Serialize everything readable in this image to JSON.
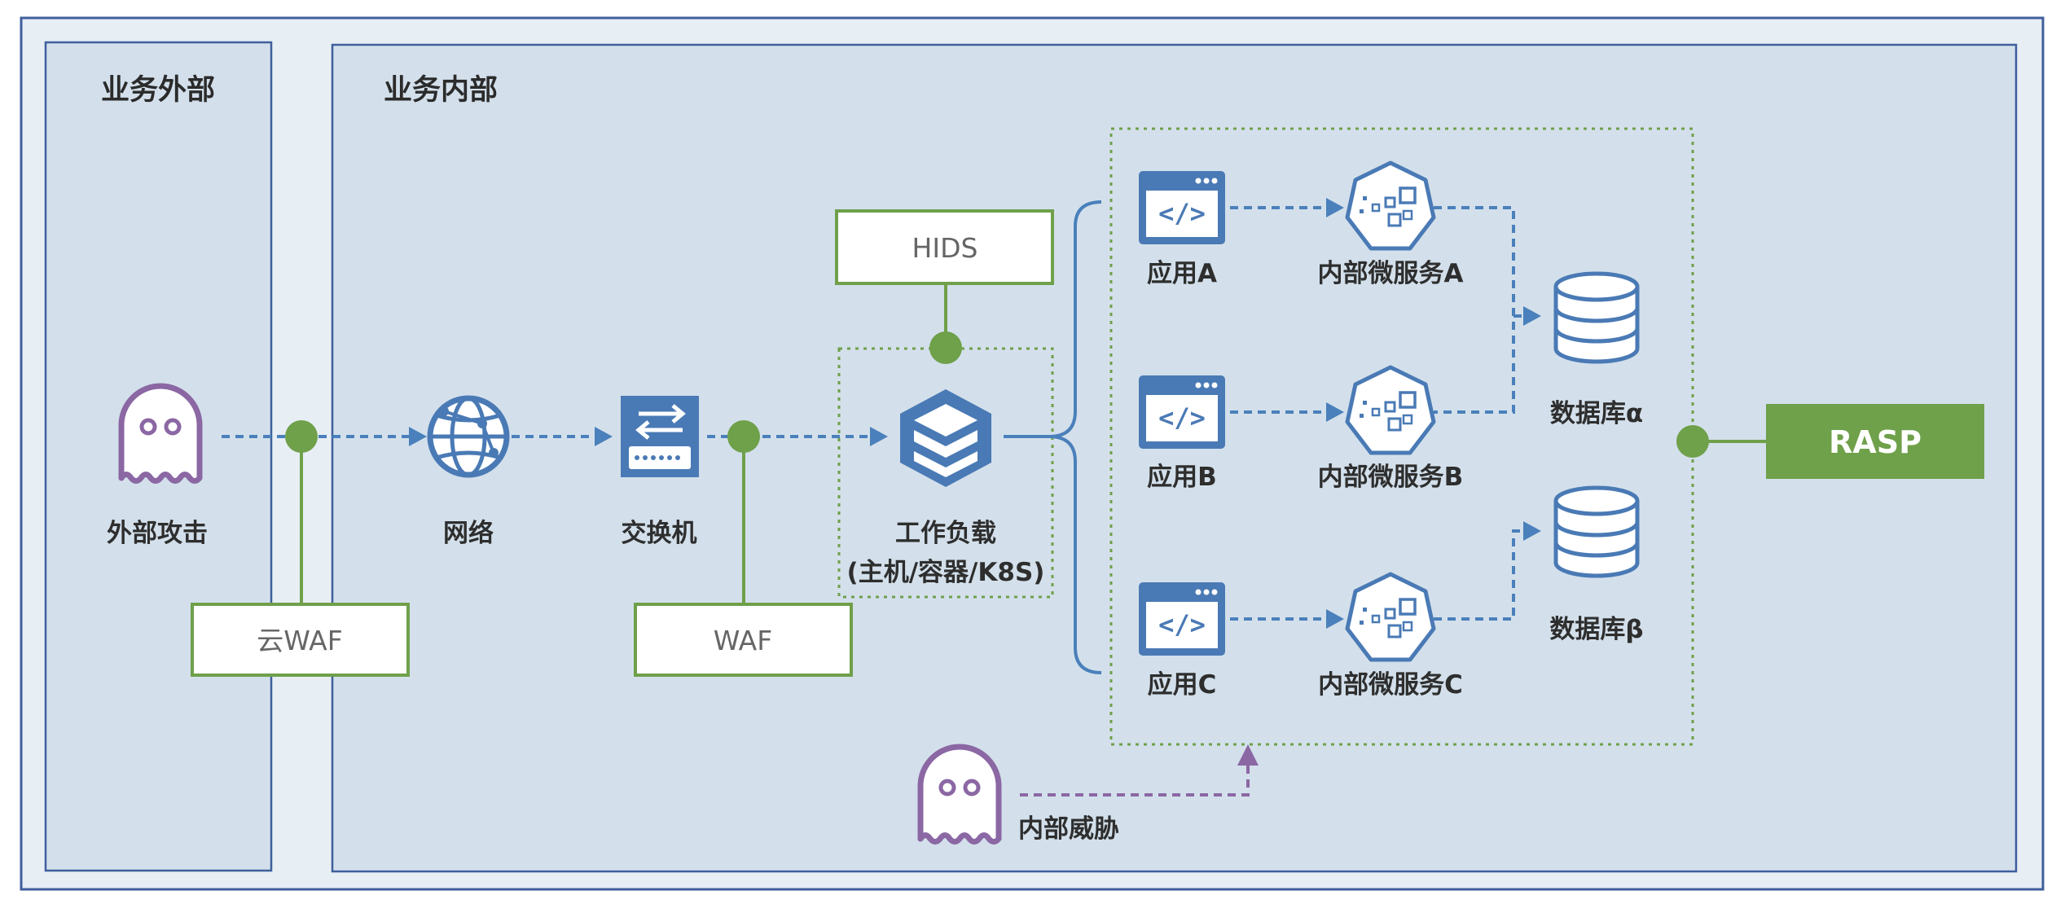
{
  "colors": {
    "outer_bg": "#e7eef4",
    "zone_bg": "#d3e0eb",
    "border": "#3f5f9c",
    "icon_blue": "#4a7ab5",
    "flow_blue": "#4a80bb",
    "green": "#6fa04a",
    "purple": "#8b67a4"
  },
  "zones": {
    "external": "业务外部",
    "internal": "业务内部"
  },
  "nodes": {
    "external_attack": {
      "label": "外部攻击",
      "icon": "ghost-icon"
    },
    "network": {
      "label": "网络",
      "icon": "globe-icon"
    },
    "switch": {
      "label": "交换机",
      "icon": "switch-icon"
    },
    "workload": {
      "label": "工作负载",
      "sublabel": "(主机/容器/K8S)",
      "icon": "stack-cube-icon"
    },
    "apps": [
      {
        "label": "应用A",
        "icon": "code-window-icon"
      },
      {
        "label": "应用B",
        "icon": "code-window-icon"
      },
      {
        "label": "应用C",
        "icon": "code-window-icon"
      }
    ],
    "microservices": [
      {
        "label": "内部微服务A",
        "icon": "microservice-icon"
      },
      {
        "label": "内部微服务B",
        "icon": "microservice-icon"
      },
      {
        "label": "内部微服务C",
        "icon": "microservice-icon"
      }
    ],
    "databases": [
      {
        "label": "数据库α",
        "icon": "database-icon"
      },
      {
        "label": "数据库β",
        "icon": "database-icon"
      }
    ],
    "internal_threat": {
      "label": "内部威胁",
      "icon": "ghost-icon"
    }
  },
  "protections": {
    "cloud_waf": "云WAF",
    "waf": "WAF",
    "hids": "HIDS",
    "rasp": "RASP"
  }
}
